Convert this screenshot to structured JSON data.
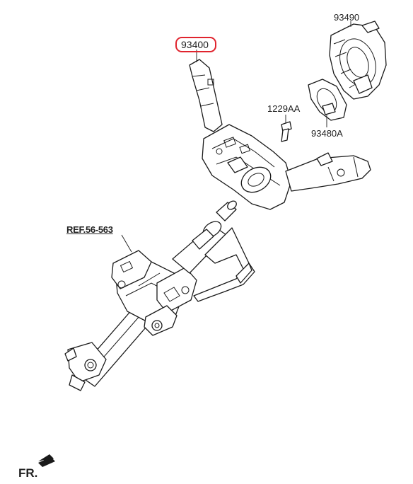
{
  "labels": {
    "combination_switch": "93400",
    "clock_spring": "93490",
    "bolt": "1229AA",
    "switch_body": "93480A",
    "reference": "REF.56-563",
    "front_marker": "FR."
  },
  "highlight": {
    "part": "93400",
    "color": "#e0242e"
  },
  "icons": {
    "front_arrow": "arrow-icon"
  }
}
